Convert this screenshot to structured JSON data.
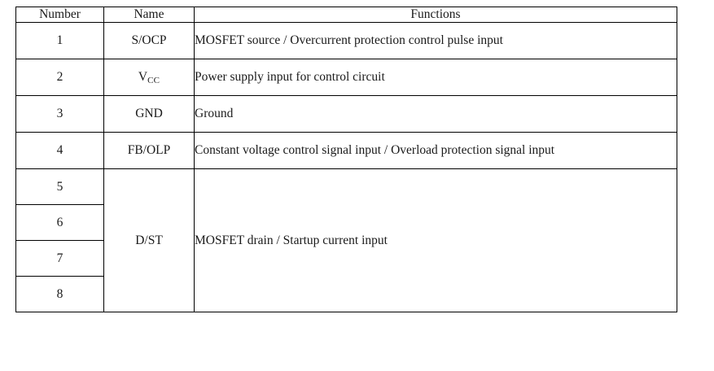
{
  "table": {
    "name": "pin-function-table",
    "headers": [
      "Number",
      "Name",
      "Functions"
    ],
    "rows": [
      {
        "number": "1",
        "name": "S/OCP",
        "name_sub": "",
        "function": "MOSFET source / Overcurrent protection control pulse input"
      },
      {
        "number": "2",
        "name": "V",
        "name_sub": "CC",
        "function": "Power supply input for control circuit"
      },
      {
        "number": "3",
        "name": "GND",
        "name_sub": "",
        "function": "Ground"
      },
      {
        "number": "4",
        "name": "FB/OLP",
        "name_sub": "",
        "function": "Constant voltage control signal input / Overload protection signal input"
      }
    ],
    "merged_group": {
      "numbers": [
        "5",
        "6",
        "7",
        "8"
      ],
      "name": "D/ST",
      "function": "MOSFET drain / Startup current input"
    }
  }
}
